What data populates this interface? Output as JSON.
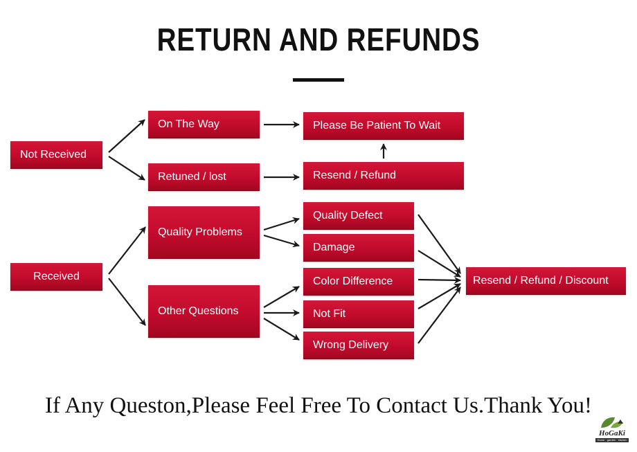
{
  "title": "RETURN AND REFUNDS",
  "nodes": {
    "not_received": "Not Received",
    "on_the_way": "On The Way",
    "returned_lost": "Retuned / lost",
    "be_patient": "Please Be Patient To Wait",
    "resend_refund": "Resend / Refund",
    "received": "Received",
    "quality_problems": "Quality Problems",
    "other_questions": "Other Questions",
    "quality_defect": "Quality Defect",
    "damage": "Damage",
    "color_difference": "Color Difference",
    "not_fit": "Not Fit",
    "wrong_delivery": "Wrong Delivery",
    "resend_refund_discount": "Resend / Refund / Discount"
  },
  "footer": "If Any Queston,Please Feel Free To Contact Us.Thank You!",
  "logo": {
    "name": "HoGaKi",
    "tagline": "Home · garden · kitchen"
  },
  "colors": {
    "box": "#c8102e",
    "text": "#111111",
    "arrow": "#1a1a1a",
    "logo_leaf": "#5a8a2e"
  }
}
